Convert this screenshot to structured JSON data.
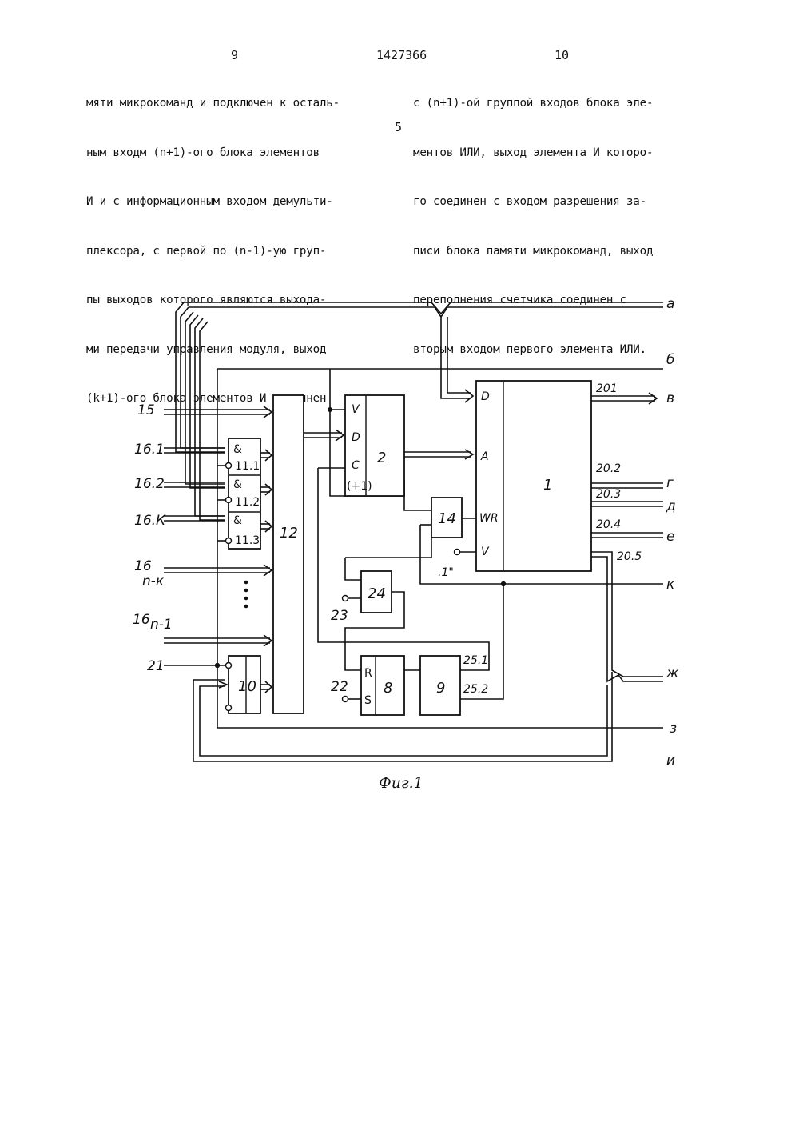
{
  "header": {
    "page_left": "9",
    "patent_number": "1427366",
    "page_right": "10"
  },
  "left_column": [
    "мяти микрокоманд и подключен к осталь-",
    "ным входм (n+1)-ого блока элементов",
    "И и с информационным входом демульти-",
    "плексора, с первой по (n-1)-ую груп-",
    "пы выходов которого являются выхода-",
    "ми передачи управления модуля, выход",
    "(k+1)-ого блока элементов И соединен"
  ],
  "line_number": "5",
  "right_column": [
    "с (n+1)-ой группой входов блока эле-",
    "ментов ИЛИ, выход элемента И которо-",
    "го соединен с входом разрешения за-",
    "писи блока памяти микрокоманд, выход",
    "переполнения счетчика соединен с",
    "вторым входом первого элемента ИЛИ."
  ],
  "figure": {
    "caption": "Фиг.1",
    "bus_labels": {
      "a": "а",
      "b": "б",
      "v": "в",
      "g": "г",
      "d": "д",
      "e": "е",
      "k": "к",
      "zh": "ж",
      "z": "з",
      "i": "и"
    },
    "input_labels": {
      "i15": "15",
      "i161": "16.1",
      "i162": "16.2",
      "i16k": "16.К",
      "i16nk_a": "16",
      "i16nk_b": "n-к",
      "i16n1_a": "16",
      "i16n1_b": "n-1",
      "i21": "21",
      "i22": "22",
      "i23": "23"
    },
    "block_labels": {
      "b1": "1",
      "b2": "2",
      "b8": "8",
      "b9": "9",
      "b10": "10",
      "b12": "12",
      "b14": "14",
      "b24": "24"
    },
    "and_gates": [
      "11.1",
      "11.2",
      "11.3"
    ],
    "and_symbol": "&",
    "pins": {
      "v": "V",
      "d": "D",
      "c": "C",
      "plus1": "(+1)",
      "a": "A",
      "wr": "WR",
      "r": "R",
      "s": "S",
      "one": ".1\""
    },
    "output_labels": {
      "o201": "201",
      "o202": "20.2",
      "o203": "20.3",
      "o204": "20.4",
      "o205": "20.5",
      "o251": "25.1",
      "o252": "25.2"
    }
  }
}
